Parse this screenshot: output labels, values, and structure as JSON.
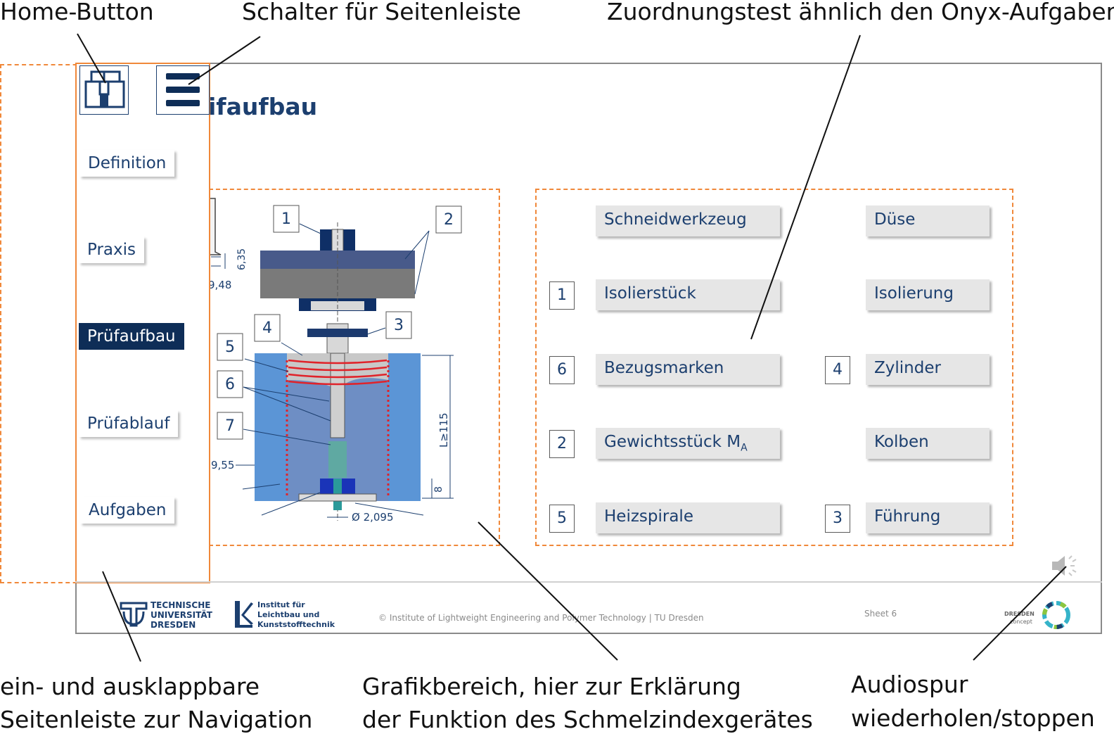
{
  "annotations": {
    "home_button": "Home-Button",
    "sidebar_toggle": "Schalter für Seitenleiste",
    "matching_test": "Zuordnungstest ähnlich den Onyx-Aufgaben",
    "sidebar_line1": "ein- und ausklappbare",
    "sidebar_line2": "Seitenleiste zur Navigation",
    "graphic_line1": "Grafikbereich, hier zur Erklärung",
    "graphic_line2": "der Funktion des Schmelzindexgerätes",
    "audio_line1": "Audiospur",
    "audio_line2": "wiederholen/stoppen"
  },
  "slide": {
    "title": "ifaufbau"
  },
  "sidebar": {
    "items": [
      {
        "label": "Definition",
        "active": false
      },
      {
        "label": "Praxis",
        "active": false
      },
      {
        "label": "Prüfaufbau",
        "active": true
      },
      {
        "label": "Prüfablauf",
        "active": false
      },
      {
        "label": "Aufgaben",
        "active": false
      }
    ]
  },
  "figure": {
    "callouts": [
      "1",
      "2",
      "3",
      "4",
      "5",
      "6",
      "7"
    ],
    "dim_635": "6,35",
    "dim_948": "9,48",
    "dim_955": "9,55",
    "dim_l115": "L≥115",
    "dim_8": "8",
    "dim_d2095": "Ø 2,095"
  },
  "matching": {
    "terms": [
      {
        "label": "Schneidwerkzeug",
        "number": ""
      },
      {
        "label": "Isolierstück",
        "number": "1"
      },
      {
        "label": "Bezugsmarken",
        "number": "6"
      },
      {
        "label": "Gewichtsstück M",
        "subscript": "A",
        "number": "2"
      },
      {
        "label": "Heizspirale",
        "number": "5"
      }
    ],
    "definitions": [
      {
        "label": "Düse",
        "number": ""
      },
      {
        "label": "Isolierung",
        "number": ""
      },
      {
        "label": "Zylinder",
        "number": "4"
      },
      {
        "label": "Kolben",
        "number": ""
      },
      {
        "label": "Führung",
        "number": "3"
      }
    ]
  },
  "footer": {
    "tu_line1": "TECHNISCHE",
    "tu_line2": "UNIVERSITÄT",
    "tu_line3": "DRESDEN",
    "ilk_line1": "Institut für",
    "ilk_line2": "Leichtbau und",
    "ilk_line3": "Kunststofftechnik",
    "copyright": "© Institute of Lightweight Engineering and Polymer Technology | TU Dresden",
    "sheet": "Sheet 6",
    "concept_line1": "DRESDEN",
    "concept_line2": "concept"
  },
  "colors": {
    "accent_orange": "#f0883a",
    "navy": "#1c3f6f",
    "active_nav": "#0e2d57"
  }
}
